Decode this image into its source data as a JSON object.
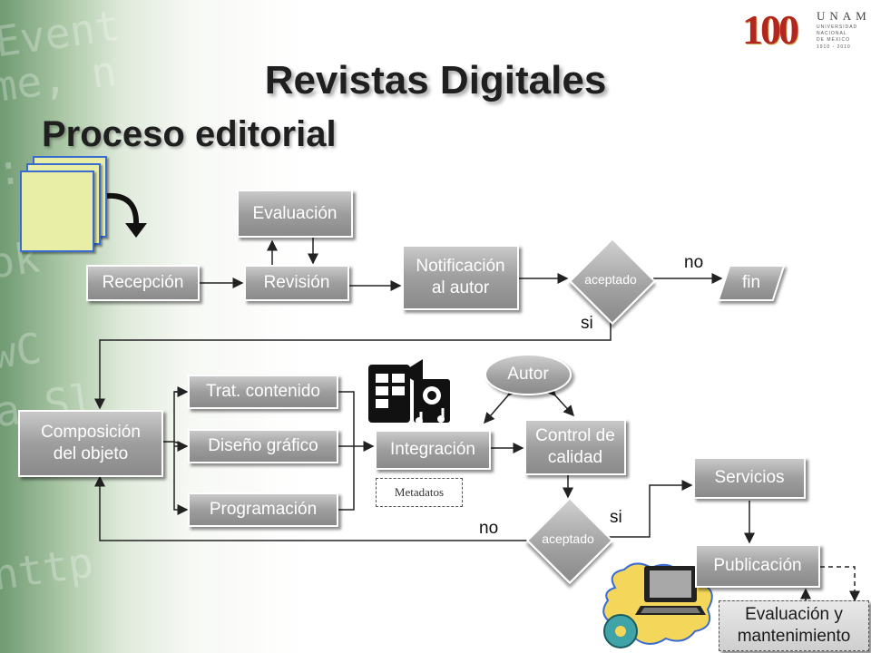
{
  "slide": {
    "title": "Revistas Digitales",
    "subtitle": "Proceso editorial"
  },
  "logo": {
    "number": "100",
    "org": "UNAM",
    "line1": "UNIVERSIDAD",
    "line2": "NACIONAL",
    "line3": "DE MÉXICO",
    "years": "1910 - 2010"
  },
  "nodes": {
    "evaluacion": "Evaluación",
    "recepcion": "Recepción",
    "revision": "Revisión",
    "notificacion_1": "Notificación",
    "notificacion_2": "al autor",
    "aceptado_1": "aceptado",
    "fin": "fin",
    "composicion_1": "Composición",
    "composicion_2": "del objeto",
    "trat_contenido": "Trat. contenido",
    "diseno_grafico": "Diseño gráfico",
    "programacion": "Programación",
    "integracion": "Integración",
    "autor": "Autor",
    "control_1": "Control de",
    "control_2": "calidad",
    "metadatos": "Metadatos",
    "aceptado_2": "aceptado",
    "servicios": "Servicios",
    "publicacion": "Publicación",
    "evaluacion_mant_1": "Evaluación y",
    "evaluacion_mant_2": "mantenimiento"
  },
  "edge_labels": {
    "no_top": "no",
    "si_top": "si",
    "si_bottom": "si",
    "no_bottom": "no"
  },
  "colors": {
    "box_fill": "#9e9e9e",
    "box_border": "#ffffff",
    "connector": "#222222",
    "background_accent": "#6f9a72",
    "document_icon": "#e9eea6",
    "logo_red": "#b3261e",
    "logo_gold": "#c8a24a"
  },
  "icons": [
    "document-stack-icon",
    "curved-arrow-icon",
    "multimedia-clipart-icon",
    "computer-network-icon"
  ]
}
